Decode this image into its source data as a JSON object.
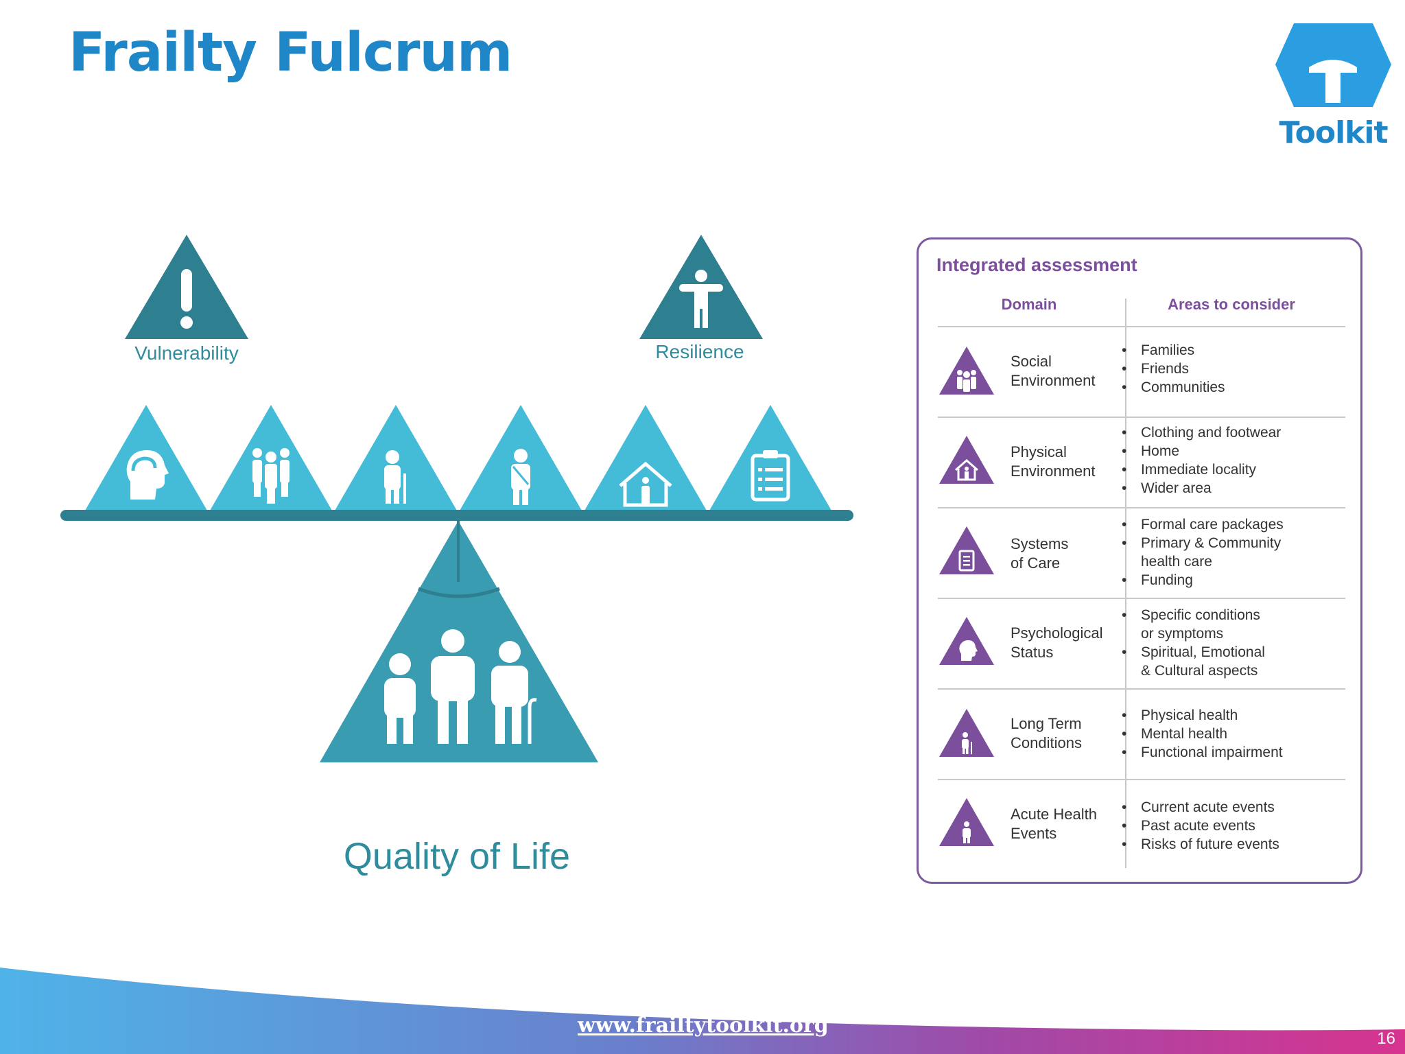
{
  "slide": {
    "title": "Frailty Fulcrum",
    "logo_text": "Toolkit",
    "footer_url": "www.frailtytoolkit.org",
    "page_number": "16"
  },
  "fulcrum": {
    "vulnerability_label": "Vulnerability",
    "resilience_label": "Resilience",
    "base_label": "Quality of Life",
    "beam_icons": [
      "head-icon",
      "group-icon",
      "elderly-person-icon",
      "injured-person-icon",
      "house-person-icon",
      "clipboard-icon"
    ]
  },
  "assessment": {
    "title": "Integrated assessment",
    "col_domain": "Domain",
    "col_areas": "Areas to consider",
    "rows": [
      {
        "domain": "Social\nEnvironment",
        "icon": "group-icon",
        "areas": [
          "Families",
          "Friends",
          "Communities"
        ]
      },
      {
        "domain": "Physical\nEnvironment",
        "icon": "house-person-icon",
        "areas": [
          "Clothing and footwear",
          "Home",
          "Immediate locality",
          "Wider area"
        ]
      },
      {
        "domain": "Systems\nof Care",
        "icon": "clipboard-icon",
        "areas": [
          "Formal care packages",
          "Primary & Community\nhealth care",
          "Funding"
        ]
      },
      {
        "domain": "Psychological\nStatus",
        "icon": "head-icon",
        "areas": [
          "Specific conditions\nor symptoms",
          "Spiritual, Emotional\n& Cultural aspects"
        ]
      },
      {
        "domain": "Long Term\nConditions",
        "icon": "elderly-person-icon",
        "areas": [
          "Physical health",
          "Mental health",
          "Functional impairment"
        ]
      },
      {
        "domain": "Acute Health\nEvents",
        "icon": "injured-person-icon",
        "areas": [
          "Current acute events",
          "Past acute events",
          "Risks of future events"
        ]
      }
    ]
  },
  "colors": {
    "title_blue": "#1f86c8",
    "teal_dark": "#2e7f8f",
    "teal_light": "#44bcd8",
    "purple": "#7b4f9c"
  }
}
